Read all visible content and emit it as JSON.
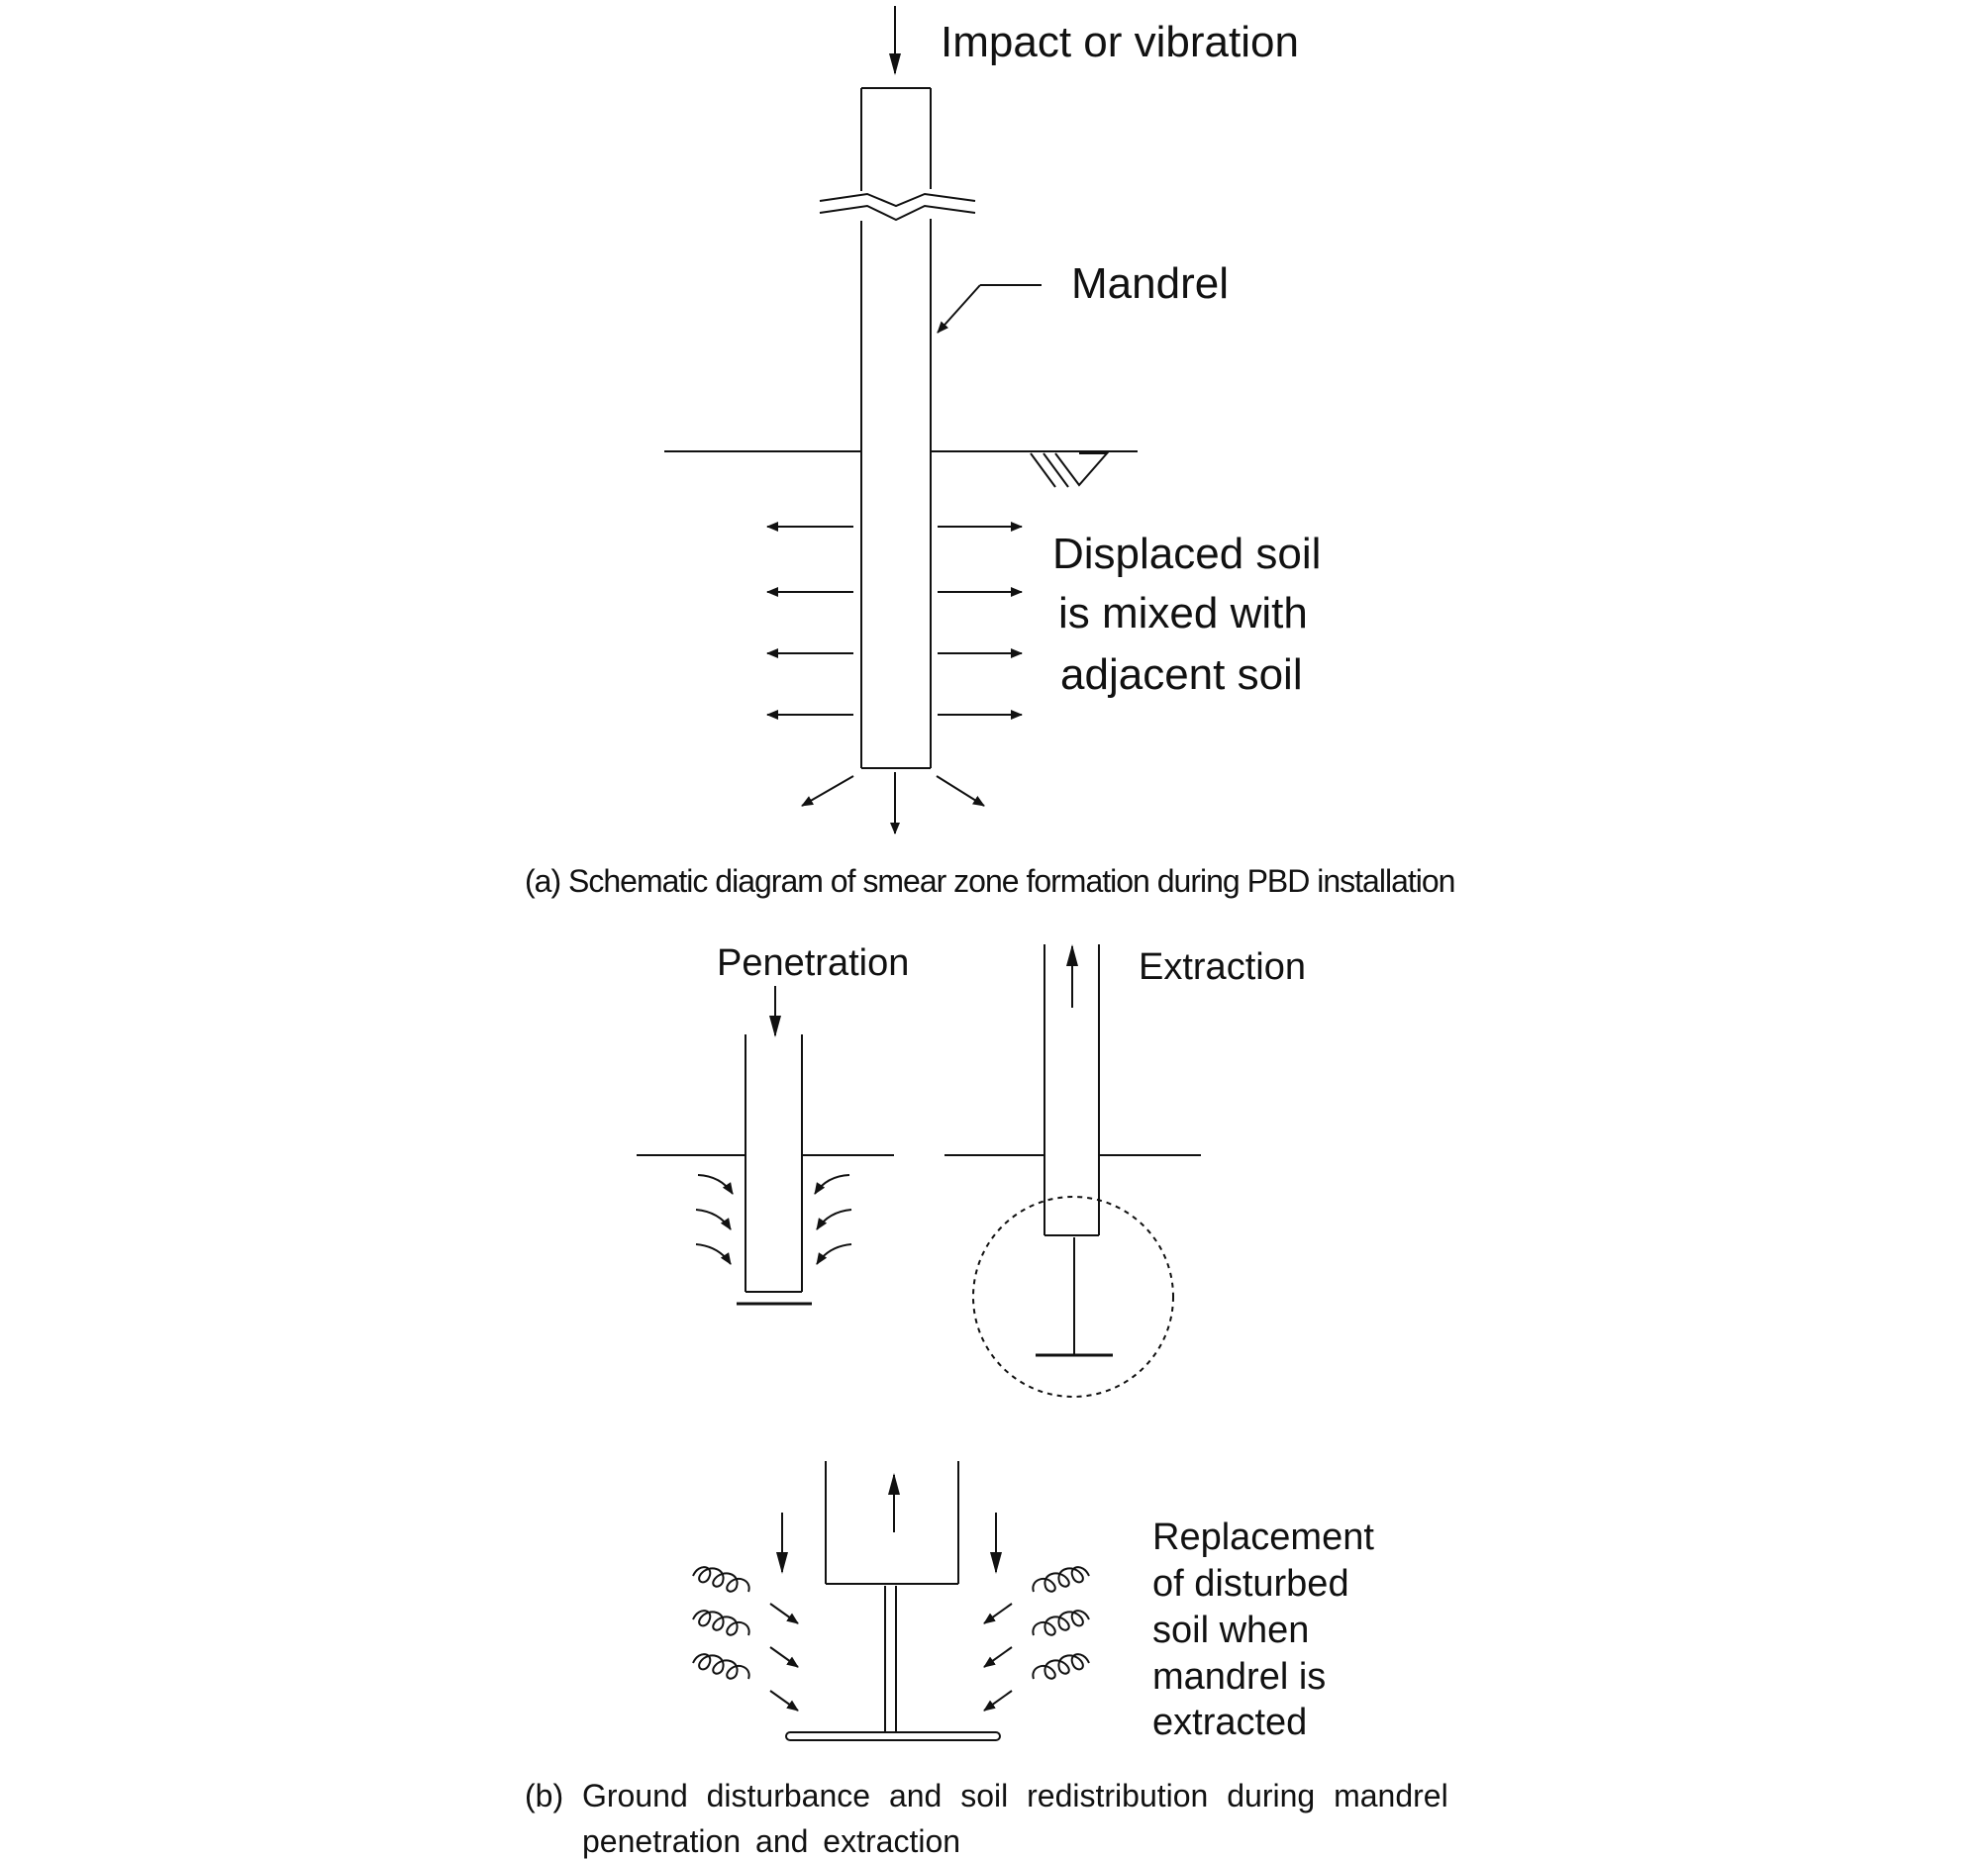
{
  "panel_a": {
    "force_label": "Impact or vibration",
    "mandrel_label": "Mandrel",
    "soil_label_1": "Displaced soil",
    "soil_label_2": "is mixed with",
    "soil_label_3": "adjacent soil",
    "caption": "(a) Schematic diagram of smear zone formation during PBD installation"
  },
  "panel_b": {
    "penetration_label": "Penetration",
    "extraction_label": "Extraction",
    "replacement_1": "Replacement",
    "replacement_2": "of disturbed",
    "replacement_3": "soil when",
    "replacement_4": "mandrel is",
    "replacement_5": "extracted",
    "caption_1": "(b) Ground disturbance and soil redistribution during mandrel",
    "caption_2": "penetration and extraction"
  }
}
